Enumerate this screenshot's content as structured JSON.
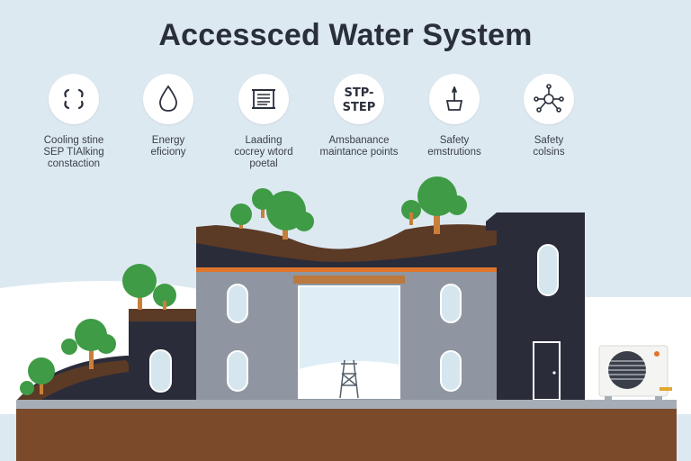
{
  "title": "Accessced Water System",
  "features": [
    {
      "icon": "cooling-coil-icon",
      "lines": [
        "Cooling stine",
        "SEP TIAlking",
        "constaction"
      ]
    },
    {
      "icon": "water-drop-icon",
      "lines": [
        "Energy",
        "eficiony"
      ]
    },
    {
      "icon": "control-panel-icon",
      "lines": [
        "Laading",
        "cocrey wtord",
        "poetal"
      ]
    },
    {
      "icon": "step-text-icon",
      "icon_text": [
        "STP-",
        "STEP"
      ],
      "lines": [
        "Amsbanance",
        "maintance points"
      ]
    },
    {
      "icon": "flask-icon",
      "lines": [
        "Safety",
        "emstrutions"
      ]
    },
    {
      "icon": "network-nodes-icon",
      "lines": [
        "Safety",
        "colsins"
      ]
    }
  ],
  "colors": {
    "sky": "#dde9f1",
    "ground": "#7a4a2b",
    "building_gray": "#8f96a1",
    "building_dark": "#2b2c3a",
    "accent_orange": "#e0762d",
    "tree_green": "#3f9b46"
  }
}
